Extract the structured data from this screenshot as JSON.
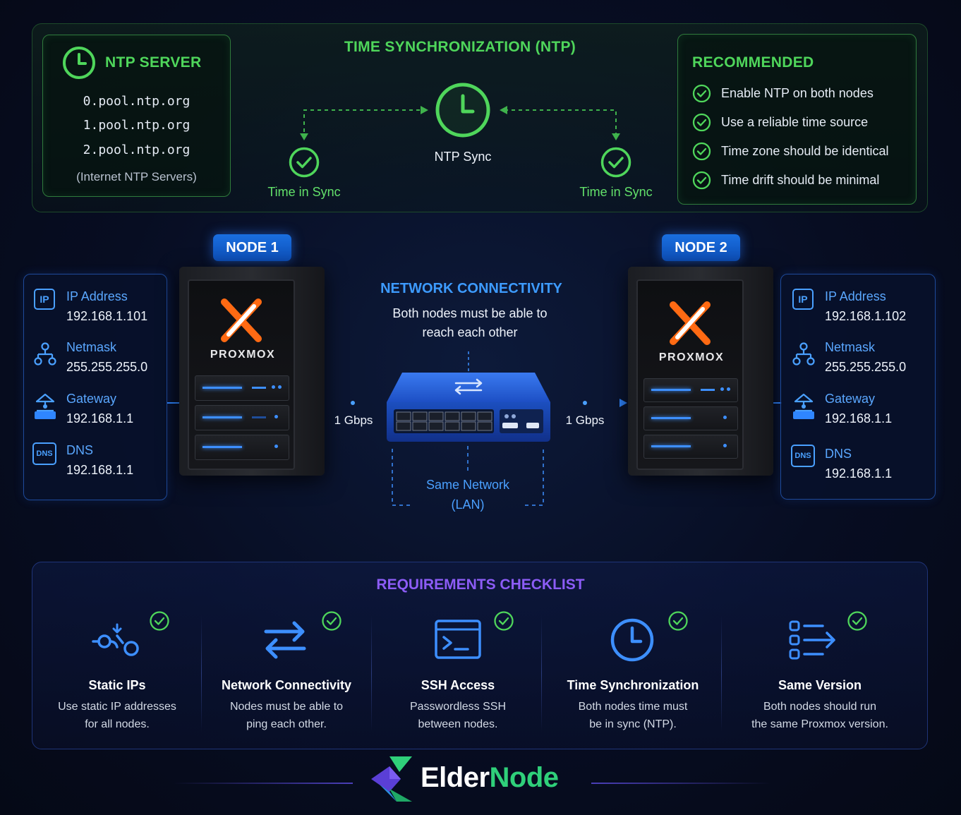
{
  "ntp": {
    "section_title": "TIME SYNCHRONIZATION (NTP)",
    "server_title": "NTP SERVER",
    "servers": [
      "0.pool.ntp.org",
      "1.pool.ntp.org",
      "2.pool.ntp.org"
    ],
    "server_note": "(Internet NTP Servers)",
    "sync_label": "NTP Sync",
    "left_sync": "Time in Sync",
    "right_sync": "Time in Sync",
    "recommended_title": "RECOMMENDED",
    "recommended": [
      "Enable NTP on both nodes",
      "Use a reliable time source",
      "Time zone should be identical",
      "Time drift should be minimal"
    ]
  },
  "node1": {
    "badge": "NODE 1",
    "ip_label": "IP Address",
    "ip": "192.168.1.101",
    "netmask_label": "Netmask",
    "netmask": "255.255.255.0",
    "gateway_label": "Gateway",
    "gateway": "192.168.1.1",
    "dns_label": "DNS",
    "dns": "192.168.1.1"
  },
  "node2": {
    "badge": "NODE 2",
    "ip_label": "IP Address",
    "ip": "192.168.1.102",
    "netmask_label": "Netmask",
    "netmask": "255.255.255.0",
    "gateway_label": "Gateway",
    "gateway": "192.168.1.1",
    "dns_label": "DNS",
    "dns": "192.168.1.1"
  },
  "icons": {
    "ip": "IP",
    "dns": "DNS"
  },
  "server_brand": "PROXMOX",
  "network": {
    "title": "NETWORK CONNECTIVITY",
    "desc_line1": "Both nodes must be able to",
    "desc_line2": "reach each other",
    "left_speed": "1 Gbps",
    "right_speed": "1 Gbps",
    "lan_line1": "Same Network",
    "lan_line2": "(LAN)"
  },
  "checklist": {
    "title": "REQUIREMENTS CHECKLIST",
    "items": [
      {
        "title": "Static IPs",
        "desc1": "Use static IP addresses",
        "desc2": "for all nodes."
      },
      {
        "title": "Network Connectivity",
        "desc1": "Nodes must be able to",
        "desc2": "ping each other."
      },
      {
        "title": "SSH Access",
        "desc1": "Passwordless SSH",
        "desc2": "between nodes."
      },
      {
        "title": "Time Synchronization",
        "desc1": "Both nodes time must",
        "desc2": "be in sync (NTP)."
      },
      {
        "title": "Same Version",
        "desc1": "Both nodes should run",
        "desc2": "the same Proxmox version."
      }
    ]
  },
  "brand": {
    "part1": "Elder",
    "part2": "Node"
  },
  "colors": {
    "green": "#4fd65b",
    "blue": "#3d9bff",
    "purple": "#8c5cf6",
    "proxmox_orange": "#ff6a13"
  }
}
